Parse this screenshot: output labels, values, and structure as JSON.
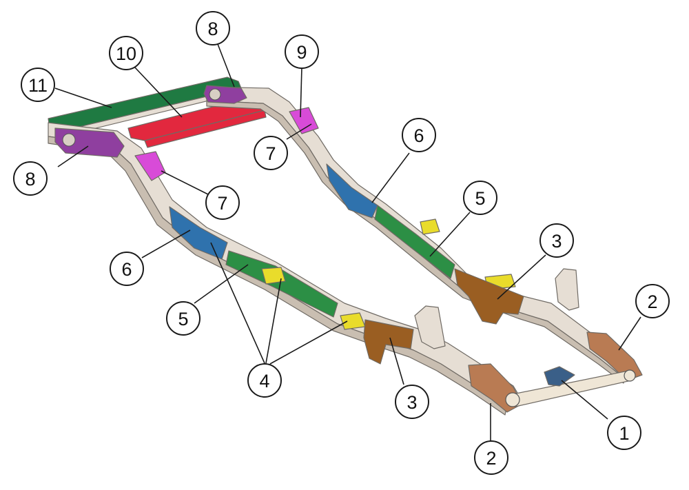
{
  "colors": {
    "rail": "#e6ded4",
    "rail_shade": "#c9beb1",
    "mount_front": "#b97b53",
    "bracket_brown": "#9a5e22",
    "bracket_yellow": "#e9dc2b",
    "crossmember_green": "#2c8f45",
    "mount_blue": "#2f72ad",
    "bracket_magenta": "#d84bd8",
    "mount_purple": "#8f3f9f",
    "crossmember_red": "#e2283e",
    "crossmember_dark_green": "#1f7a42",
    "axle_tube": "#efe6d6",
    "axle_bracket": "#3a5f88"
  },
  "callouts": [
    {
      "id": "c1",
      "label": "1"
    },
    {
      "id": "c2a",
      "label": "2"
    },
    {
      "id": "c2b",
      "label": "2"
    },
    {
      "id": "c3a",
      "label": "3"
    },
    {
      "id": "c3b",
      "label": "3"
    },
    {
      "id": "c4",
      "label": "4"
    },
    {
      "id": "c5a",
      "label": "5"
    },
    {
      "id": "c5b",
      "label": "5"
    },
    {
      "id": "c6a",
      "label": "6"
    },
    {
      "id": "c6b",
      "label": "6"
    },
    {
      "id": "c7a",
      "label": "7"
    },
    {
      "id": "c7b",
      "label": "7"
    },
    {
      "id": "c8a",
      "label": "8"
    },
    {
      "id": "c8b",
      "label": "8"
    },
    {
      "id": "c9",
      "label": "9"
    },
    {
      "id": "c10",
      "label": "10"
    },
    {
      "id": "c11",
      "label": "11"
    }
  ]
}
